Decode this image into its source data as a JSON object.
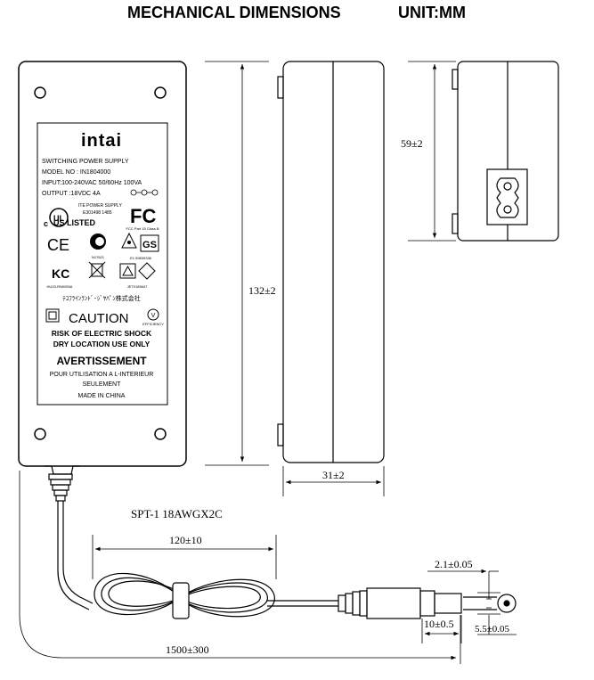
{
  "header": {
    "title": "MECHANICAL DIMENSIONS",
    "unit": "UNIT:MM"
  },
  "label": {
    "brand": "intai",
    "lines": [
      "SWITCHING POWER SUPPLY",
      "MODEL NO : IN1804000",
      "INPUT:100-240VAC 50/60Hz 100VA",
      "OUTPUT :18VDC 4A"
    ],
    "ite": "ITE POWER SUPPLY",
    "ite_no": "E301498 1485",
    "us_listed": "US LISTED",
    "fcc_sub": "FCC Part 15 Class B",
    "c_code": "N17621",
    "gs_code": "E1 59839336",
    "kc_code": "HU03-RN0053A",
    "psc_code": "JET0185647",
    "jp_text": "ﾃﾕﾌﾗｲﾝﾗﾝﾄﾞ･ｼﾞﾔﾊﾟﾝ株式会社",
    "caution": "CAUTION",
    "risk1": "RISK OF ELECTRIC SHOCK",
    "risk2": "DRY LOCATION USE ONLY",
    "avert": "AVERTISSEMENT",
    "fr1": "POUR UTILISATION A L-INTERIEUR",
    "fr2": "SEULEMENT",
    "made": "MADE IN CHINA",
    "ce": "CE",
    "fc": "FC",
    "gs": "GS",
    "kc": "KC",
    "v": "V",
    "v_sub": "EFFICIENCY",
    "ul_c": "c",
    "ul_us": "UL"
  },
  "dims": {
    "height": "132±2",
    "thickness": "31±2",
    "width": "59±2",
    "cable": "SPT-1 18AWGX2C",
    "coil": "120±10",
    "total": "1500±300",
    "pin": "2.1±0.05",
    "plug": "10±0.5",
    "outer": "5.5±0.05"
  }
}
